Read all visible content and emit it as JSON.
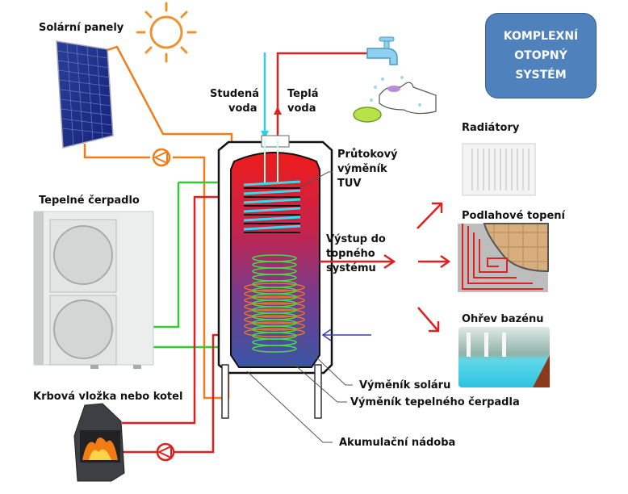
{
  "title_box": {
    "lines": [
      "KOMPLEXNÍ",
      "OTOPNÝ",
      "SYSTÉM"
    ],
    "fill": "#4f81bd"
  },
  "labels": {
    "solar_panels": "Solární panely",
    "heat_pump": "Tepelné čerpadlo",
    "fireplace": "Krbová vložka nebo kotel",
    "cold_water": [
      "Studená",
      "voda"
    ],
    "hot_water": [
      "Teplá",
      "voda"
    ],
    "dhw_exchanger": [
      "Průtokový",
      "výměník",
      "TUV"
    ],
    "heating_output": [
      "Výstup do",
      "topného",
      "systému"
    ],
    "radiators": "Radiátory",
    "floor_heating": "Podlahové topení",
    "pool_heating": "Ohřev bazénu",
    "solar_exchanger": "Výměník soláru",
    "heat_pump_exchanger": "Výměník tepelného čerpadla",
    "storage_tank": "Akumulační nádoba"
  },
  "colors": {
    "solar_pipe": "#f07d1a",
    "heat_pump_pipe": "#33cc33",
    "boiler_pipe": "#e02020",
    "cold_water_pipe": "#33ccee",
    "tank_hot": "#ee1c1c",
    "tank_cold": "#3a55a8",
    "return_arrow": "#3344aa"
  }
}
